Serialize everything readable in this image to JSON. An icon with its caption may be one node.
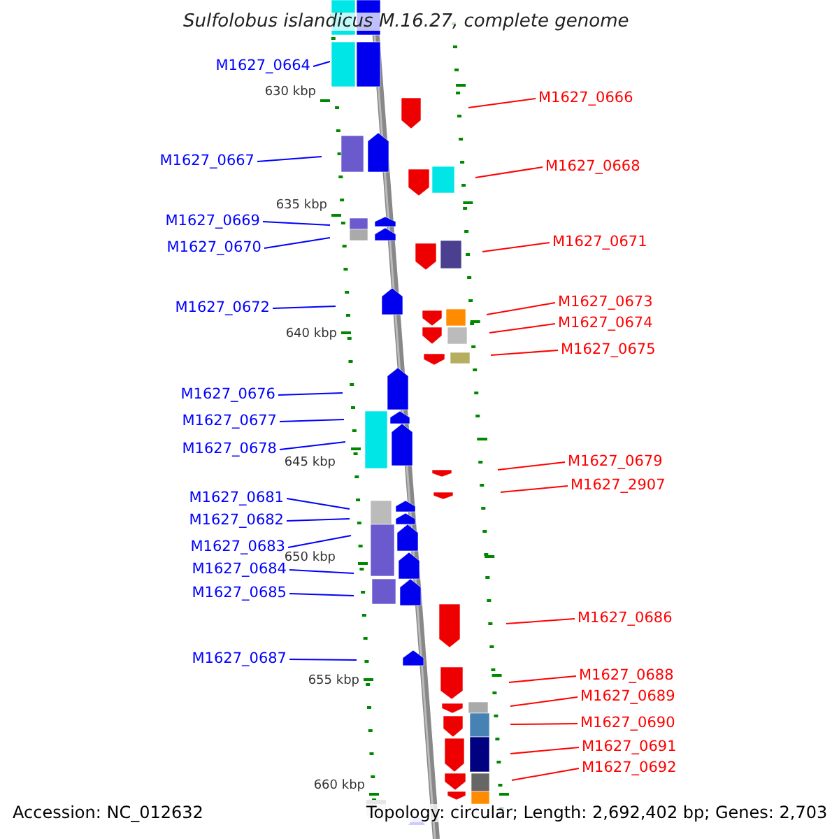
{
  "diagram": {
    "title": "Sulfolobus islandicus M.16.27, complete genome",
    "nodes": [
      {
        "text": [
          "M1627_0664"
        ]
      },
      {
        "text": [
          "M1627_0666"
        ]
      },
      {
        "text": [
          "M1627_0667"
        ]
      },
      {
        "text": [
          "M1627_0668"
        ]
      },
      {
        "text": [
          "M1627_0669"
        ]
      },
      {
        "text": [
          "M1627_0671"
        ]
      },
      {
        "text": [
          "M1627_0670"
        ]
      },
      {
        "text": [
          "M1627_0672"
        ]
      },
      {
        "text": [
          "M1627_0673"
        ]
      },
      {
        "text": [
          "M1627_0674"
        ]
      },
      {
        "text": [
          "M1627_0675"
        ]
      },
      {
        "text": [
          "M1627_0676"
        ]
      },
      {
        "text": [
          "M1627_0677"
        ]
      },
      {
        "text": [
          "M1627_0678"
        ]
      },
      {
        "text": [
          "M1627_0679"
        ]
      },
      {
        "text": [
          "M1627_2907"
        ]
      },
      {
        "text": [
          "M1627_0681"
        ]
      },
      {
        "text": [
          "M1627_0682"
        ]
      },
      {
        "text": [
          "M1627_0683"
        ]
      },
      {
        "text": [
          "M1627_0684"
        ]
      },
      {
        "text": [
          "M1627_0685"
        ]
      },
      {
        "text": [
          "M1627_0686"
        ]
      },
      {
        "text": [
          "M1627_0687"
        ]
      },
      {
        "text": [
          "M1627_0688"
        ]
      },
      {
        "text": [
          "M1627_0689"
        ]
      },
      {
        "text": [
          "M1627_0690"
        ]
      },
      {
        "text": [
          "M1627_0691"
        ]
      },
      {
        "text": [
          "M1627_0692"
        ]
      }
    ],
    "edges": [
      {
        "from": 0,
        "to": null,
        "arrow": "none",
        "color": "#0000ff"
      },
      {
        "from": 1,
        "to": null,
        "arrow": "none",
        "color": "#ff0000"
      },
      {
        "from": 2,
        "to": null,
        "arrow": "none",
        "color": "#0000ff"
      },
      {
        "from": 3,
        "to": null,
        "arrow": "none",
        "color": "#ff0000"
      },
      {
        "from": 4,
        "to": null,
        "arrow": "none",
        "color": "#0000ff"
      },
      {
        "from": 5,
        "to": null,
        "arrow": "none",
        "color": "#ff0000"
      },
      {
        "from": 6,
        "to": null,
        "arrow": "none",
        "color": "#0000ff"
      },
      {
        "from": 7,
        "to": null,
        "arrow": "none",
        "color": "#0000ff"
      },
      {
        "from": 8,
        "to": null,
        "arrow": "none",
        "color": "#ff0000"
      },
      {
        "from": 9,
        "to": null,
        "arrow": "none",
        "color": "#ff0000"
      },
      {
        "from": 10,
        "to": null,
        "arrow": "none",
        "color": "#ff0000"
      },
      {
        "from": 11,
        "to": null,
        "arrow": "none",
        "color": "#0000ff"
      },
      {
        "from": 12,
        "to": null,
        "arrow": "none",
        "color": "#0000ff"
      },
      {
        "from": 13,
        "to": null,
        "arrow": "none",
        "color": "#0000ff"
      },
      {
        "from": 14,
        "to": null,
        "arrow": "none",
        "color": "#ff0000"
      },
      {
        "from": 15,
        "to": null,
        "arrow": "none",
        "color": "#ff0000"
      },
      {
        "from": 16,
        "to": null,
        "arrow": "none",
        "color": "#0000ff"
      },
      {
        "from": 17,
        "to": null,
        "arrow": "none",
        "color": "#0000ff"
      },
      {
        "from": 18,
        "to": null,
        "arrow": "none",
        "color": "#0000ff"
      },
      {
        "from": 19,
        "to": null,
        "arrow": "none",
        "color": "#0000ff"
      },
      {
        "from": 20,
        "to": null,
        "arrow": "none",
        "color": "#0000ff"
      },
      {
        "from": 21,
        "to": null,
        "arrow": "none",
        "color": "#ff0000"
      },
      {
        "from": 22,
        "to": null,
        "arrow": "none",
        "color": "#0000ff"
      },
      {
        "from": 23,
        "to": null,
        "arrow": "none",
        "color": "#ff0000"
      },
      {
        "from": 24,
        "to": null,
        "arrow": "none",
        "color": "#ff0000"
      },
      {
        "from": 25,
        "to": null,
        "arrow": "none",
        "color": "#ff0000"
      },
      {
        "from": 26,
        "to": null,
        "arrow": "none",
        "color": "#ff0000"
      },
      {
        "from": 27,
        "to": null,
        "arrow": "none",
        "color": "#ff0000"
      }
    ],
    "labels": [
      "630 kbp",
      "635 kbp",
      "640 kbp",
      "645 kbp",
      "650 kbp",
      "655 kbp",
      "660 kbp",
      "Accession: NC_012632",
      "Topology: circular; Length: 2,692,402 bp; Genes: 2,703"
    ]
  }
}
